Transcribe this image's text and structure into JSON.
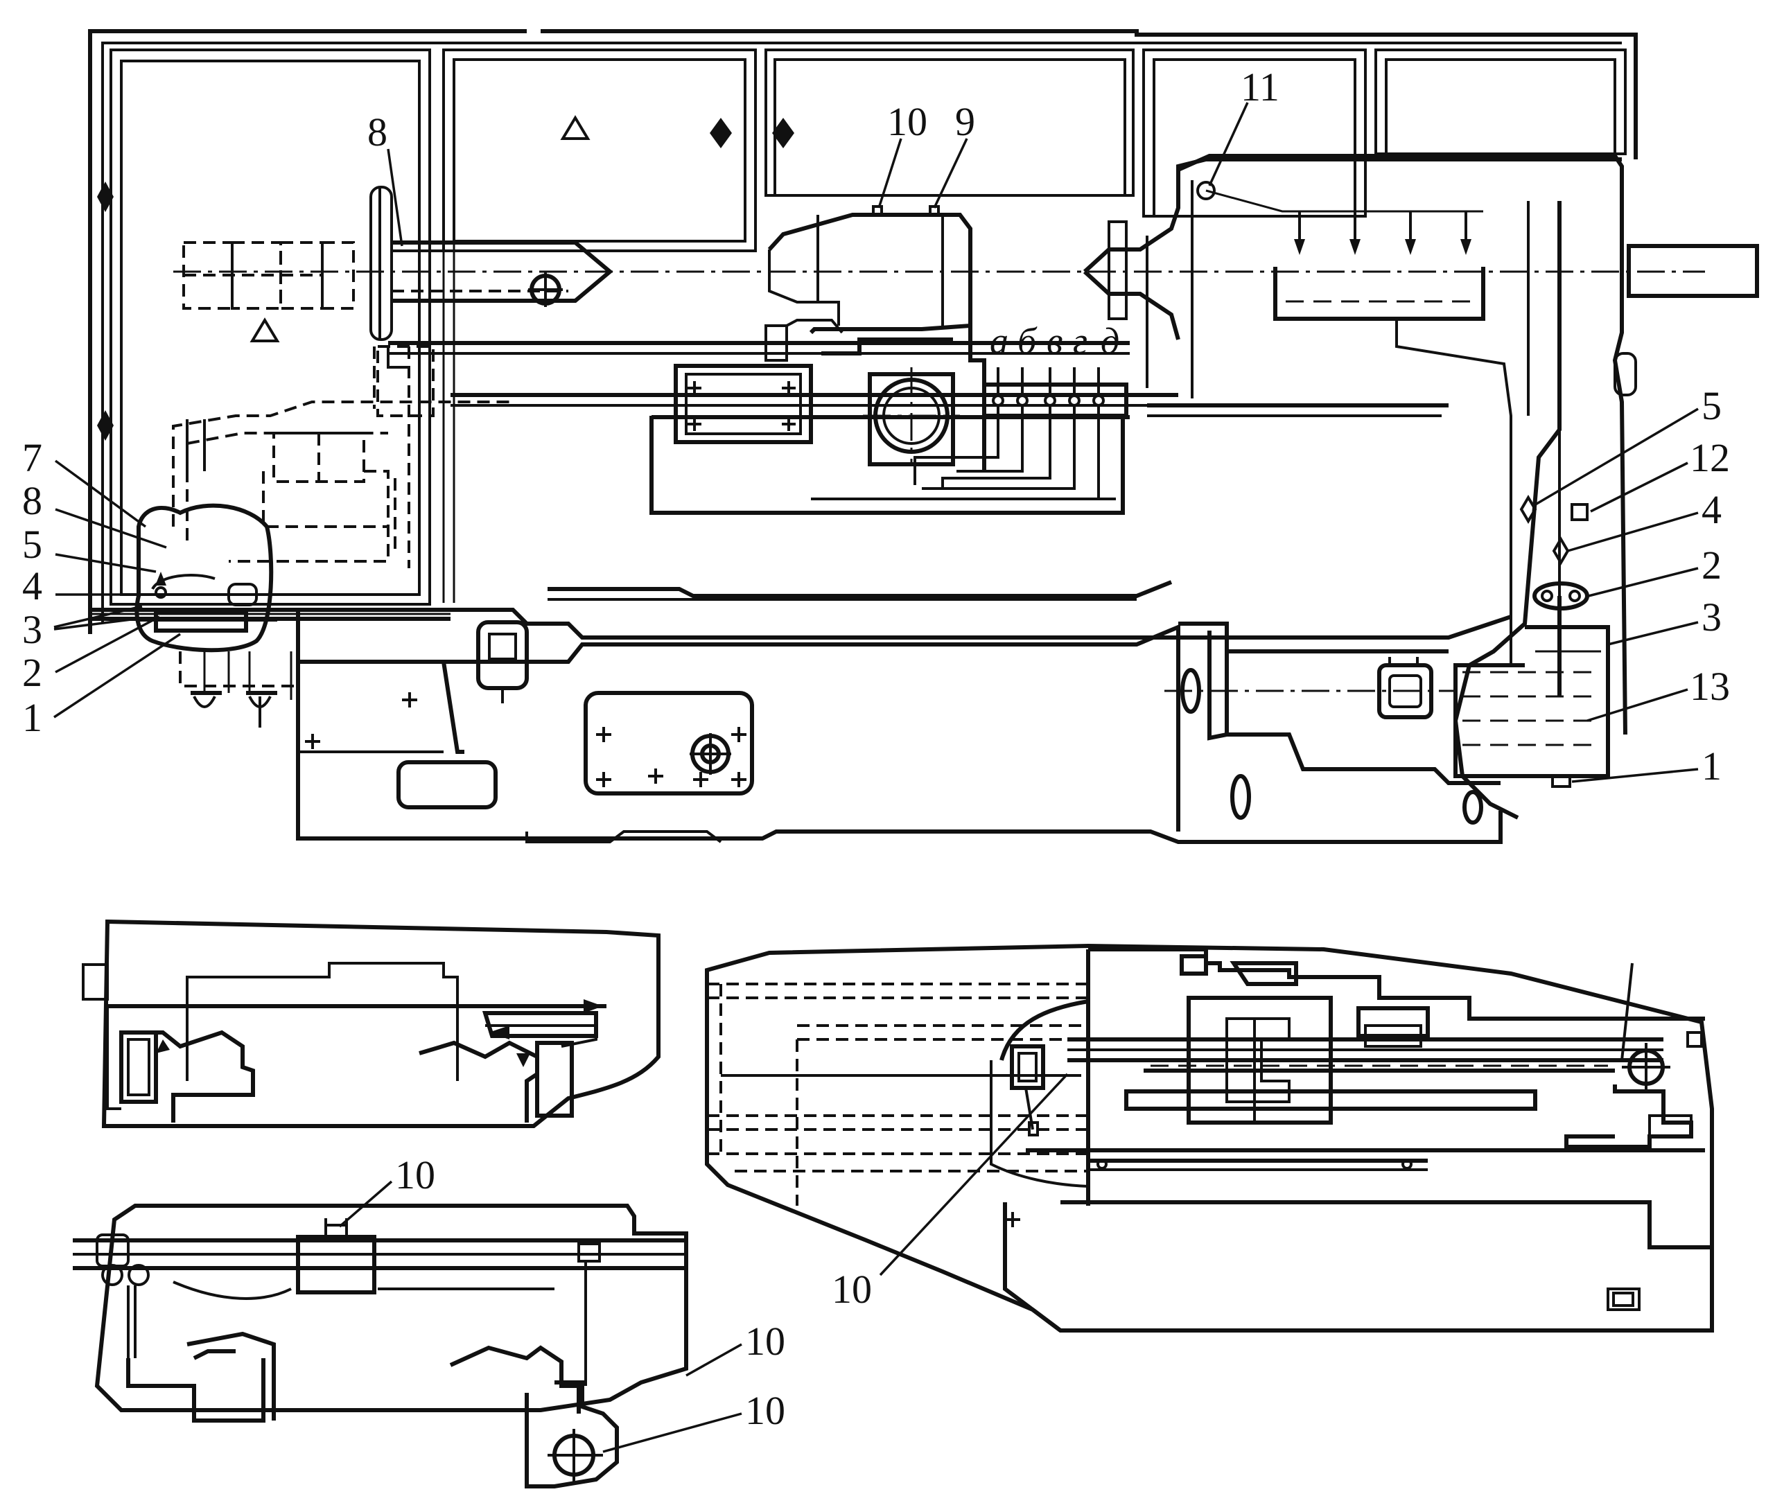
{
  "diagram": {
    "main_view": {
      "upper_letters": {
        "a": "а",
        "b": "б",
        "v": "в",
        "g": "г",
        "d": "д"
      },
      "callouts": {
        "top_8": "8",
        "top_10": "10",
        "top_9": "9",
        "top_11": "11",
        "left_7": "7",
        "left_8": "8",
        "left_5": "5",
        "left_4": "4",
        "left_3": "3",
        "left_2": "2",
        "left_1": "1",
        "right_5": "5",
        "right_12": "12",
        "right_4": "4",
        "right_2": "2",
        "right_3": "3",
        "right_13": "13",
        "right_1": "1"
      }
    },
    "bottom_right_view": {
      "callouts": {
        "c10": "10"
      }
    },
    "bottom_left_view": {
      "callouts": {
        "top_10": "10",
        "mid_10": "10",
        "low_10": "10"
      }
    },
    "colors": {
      "ink": "#111111",
      "paper": "#ffffff"
    }
  }
}
